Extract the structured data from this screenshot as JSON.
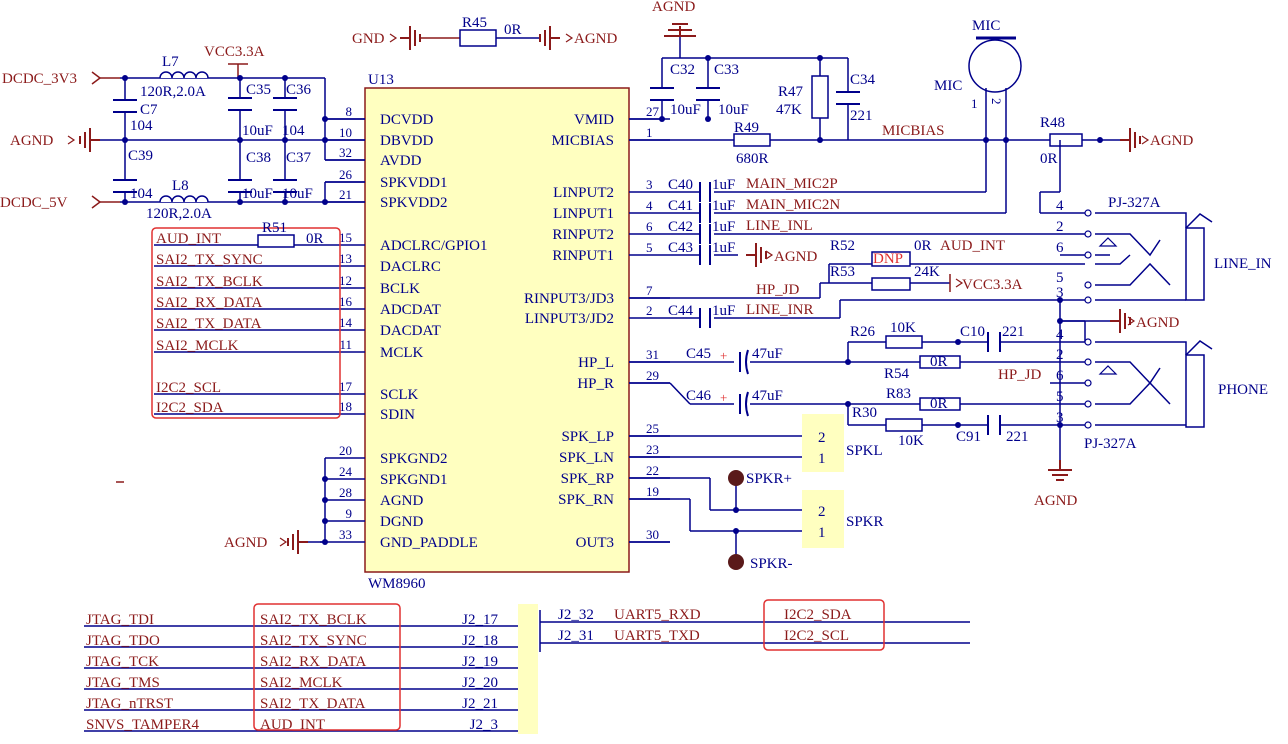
{
  "ic": {
    "ref": "U13",
    "part": "WM8960",
    "left_pins": [
      {
        "name": "DCVDD",
        "num": "8"
      },
      {
        "name": "DBVDD",
        "num": "10"
      },
      {
        "name": "AVDD",
        "num": "32"
      },
      {
        "name": "SPKVDD1",
        "num": "26"
      },
      {
        "name": "SPKVDD2",
        "num": "21"
      },
      {
        "name": "ADCLRC/GPIO1",
        "num": "15"
      },
      {
        "name": "DACLRC",
        "num": "13"
      },
      {
        "name": "BCLK",
        "num": "12"
      },
      {
        "name": "ADCDAT",
        "num": "16"
      },
      {
        "name": "DACDAT",
        "num": "14"
      },
      {
        "name": "MCLK",
        "num": "11"
      },
      {
        "name": "SCLK",
        "num": "17"
      },
      {
        "name": "SDIN",
        "num": "18"
      },
      {
        "name": "SPKGND2",
        "num": "20"
      },
      {
        "name": "SPKGND1",
        "num": "24"
      },
      {
        "name": "AGND",
        "num": "28"
      },
      {
        "name": "DGND",
        "num": "9"
      },
      {
        "name": "GND_PADDLE",
        "num": "33"
      }
    ],
    "right_pins": [
      {
        "name": "VMID",
        "num": "27"
      },
      {
        "name": "MICBIAS",
        "num": "1"
      },
      {
        "name": "LINPUT2",
        "num": "3"
      },
      {
        "name": "LINPUT1",
        "num": "4"
      },
      {
        "name": "RINPUT2",
        "num": "6"
      },
      {
        "name": "RINPUT1",
        "num": "5"
      },
      {
        "name": "RINPUT3/JD3",
        "num": "7"
      },
      {
        "name": "LINPUT3/JD2",
        "num": "2"
      },
      {
        "name": "HP_L",
        "num": "31"
      },
      {
        "name": "HP_R",
        "num": "29"
      },
      {
        "name": "SPK_LP",
        "num": "25"
      },
      {
        "name": "SPK_LN",
        "num": "23"
      },
      {
        "name": "SPK_RP",
        "num": "22"
      },
      {
        "name": "SPK_RN",
        "num": "19"
      },
      {
        "name": "OUT3",
        "num": "30"
      }
    ]
  },
  "power": {
    "dcdc_3v3": "DCDC_3V3",
    "dcdc_5v": "DCDC_5V",
    "vcc33": "VCC3.3A",
    "vcc33_r53": "VCC3.3A",
    "agnd": "AGND",
    "gnd": "GND"
  },
  "components": {
    "l7": "L7",
    "l7_val": "120R,2.0A",
    "l8": "L8",
    "l8_val": "120R,2.0A",
    "c7": "C7",
    "c7_val": "104",
    "c39": "C39",
    "c39_val": "104",
    "c35": "C35",
    "c35_val": "10uF",
    "c36": "C36",
    "c36_val": "104",
    "c38": "C38",
    "c38_val": "10uF",
    "c37": "C37",
    "c37_val": "10uF",
    "r45": "R45",
    "r45_val": "0R",
    "r51": "R51",
    "r51_val": "0R",
    "c32": "C32",
    "c32_val": "10uF",
    "c33": "C33",
    "c33_val": "10uF",
    "r47": "R47",
    "r47_val": "47K",
    "c34": "C34",
    "c34_val": "221",
    "r49": "R49",
    "r49_val": "680R",
    "r48": "R48",
    "r48_val": "0R",
    "mic": "MIC",
    "mic_label": "MIC",
    "c40": "C40",
    "c41": "C41",
    "c42": "C42",
    "c43": "C43",
    "c44": "C44",
    "c4x_val": "1uF",
    "r52": "R52",
    "r52_val": "DNP",
    "r52_val2": "0R",
    "r53": "R53",
    "r53_val": "24K",
    "c45": "C45",
    "c45_val": "47uF",
    "c46": "C46",
    "c46_val": "47uF",
    "r26": "R26",
    "r26_val": "10K",
    "c10": "C10",
    "c10_val": "221",
    "r54": "R54",
    "r54_val": "0R",
    "r83": "R83",
    "r83_val": "0R",
    "r30": "R30",
    "r30_val": "10K",
    "c91": "C91",
    "c91_val": "221",
    "spkl": "SPKL",
    "spkr": "SPKR",
    "spkr_plus": "SPKR+",
    "spkr_minus": "SPKR-",
    "pin1": "1",
    "pin2": "2",
    "jack1": "PJ-327A",
    "jack2": "PJ-327A",
    "line_in": "LINE_IN",
    "phone": "PHONE"
  },
  "nets": {
    "aud_int": "AUD_INT",
    "sai2_tx_sync": "SAI2_TX_SYNC",
    "sai2_tx_bclk": "SAI2_TX_BCLK",
    "sai2_rx_data": "SAI2_RX_DATA",
    "sai2_tx_data": "SAI2_TX_DATA",
    "sai2_mclk": "SAI2_MCLK",
    "i2c2_scl": "I2C2_SCL",
    "i2c2_sda": "I2C2_SDA",
    "micbias": "MICBIAS",
    "main_mic2p": "MAIN_MIC2P",
    "main_mic2n": "MAIN_MIC2N",
    "line_inl": "LINE_INL",
    "line_inr": "LINE_INR",
    "hp_jd": "HP_JD",
    "hp_jd2": "HP_JD",
    "aud_int_r52": "AUD_INT"
  },
  "jack_pins": {
    "j1": [
      "4",
      "2",
      "6",
      "5",
      "3"
    ],
    "j2": [
      "4",
      "2",
      "6",
      "5",
      "3"
    ]
  },
  "bottom_left": [
    {
      "a": "JTAG_TDI",
      "b": "SAI2_TX_BCLK",
      "c": "J2_17"
    },
    {
      "a": "JTAG_TDO",
      "b": "SAI2_TX_SYNC",
      "c": "J2_18"
    },
    {
      "a": "JTAG_TCK",
      "b": "SAI2_RX_DATA",
      "c": "J2_19"
    },
    {
      "a": "JTAG_TMS",
      "b": "SAI2_MCLK",
      "c": "J2_20"
    },
    {
      "a": "JTAG_nTRST",
      "b": "SAI2_TX_DATA",
      "c": "J2_21"
    },
    {
      "a": "SNVS_TAMPER4",
      "b": "AUD_INT",
      "c": "J2_3"
    }
  ],
  "bottom_right": [
    {
      "a": "J2_32",
      "b": "UART5_RXD",
      "c": "I2C2_SDA"
    },
    {
      "a": "J2_31",
      "b": "UART5_TXD",
      "c": "I2C2_SCL"
    }
  ]
}
